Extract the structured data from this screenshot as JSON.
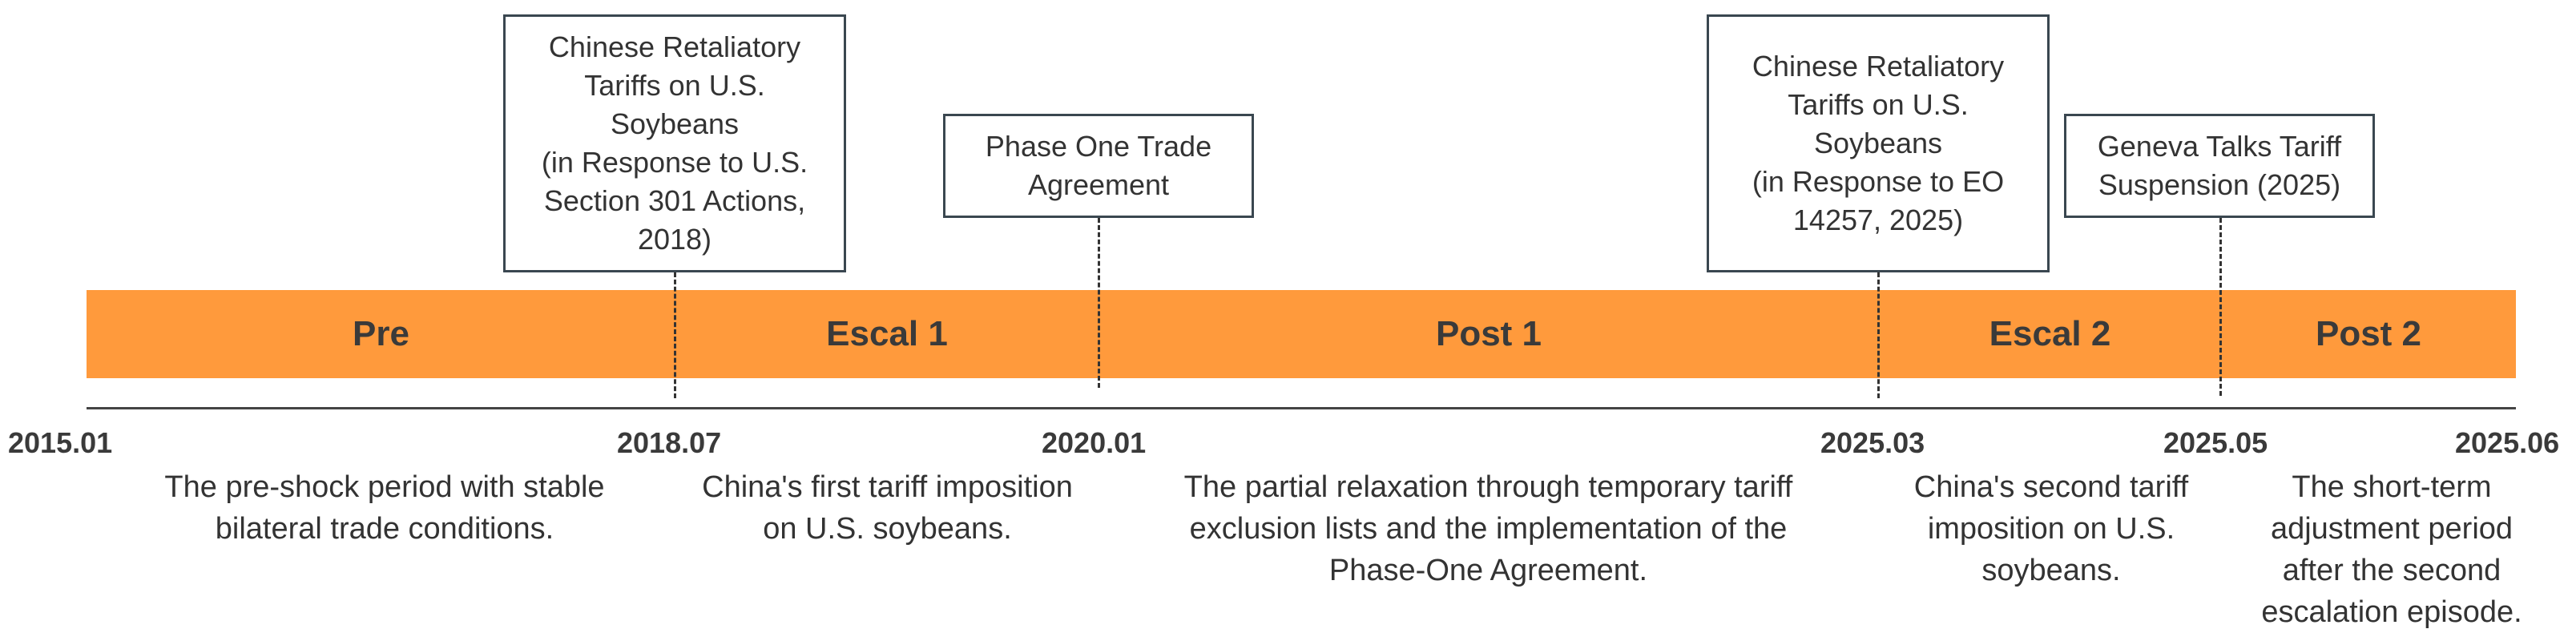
{
  "phases": [
    {
      "label": "Pre"
    },
    {
      "label": "Escal 1"
    },
    {
      "label": "Post 1"
    },
    {
      "label": "Escal 2"
    },
    {
      "label": "Post 2"
    }
  ],
  "ticks": [
    "2015.01",
    "2018.07",
    "2020.01",
    "2025.03",
    "2025.05",
    "2025.06"
  ],
  "events": [
    {
      "text": "Chinese Retaliatory\nTariffs on U.S.\nSoybeans\n(in Response to U.S.\nSection 301 Actions,\n2018)"
    },
    {
      "text": "Phase One Trade\nAgreement"
    },
    {
      "text": "Chinese Retaliatory\nTariffs on U.S.\nSoybeans\n(in Response to EO\n14257, 2025)"
    },
    {
      "text": "Geneva Talks Tariff\nSuspension (2025)"
    }
  ],
  "descriptions": [
    "The pre-shock period with stable\nbilateral trade conditions.",
    "China's first tariff imposition\non U.S. soybeans.",
    "The partial relaxation through temporary tariff\nexclusion lists and the implementation of the\nPhase-One Agreement.",
    "China's second tariff\nimposition on U.S.\nsoybeans.",
    "The short-term\nadjustment period\nafter the second\nescalation episode."
  ],
  "colors": {
    "band": "#ff9a3c",
    "text": "#333333",
    "box_border": "#3a4750"
  }
}
